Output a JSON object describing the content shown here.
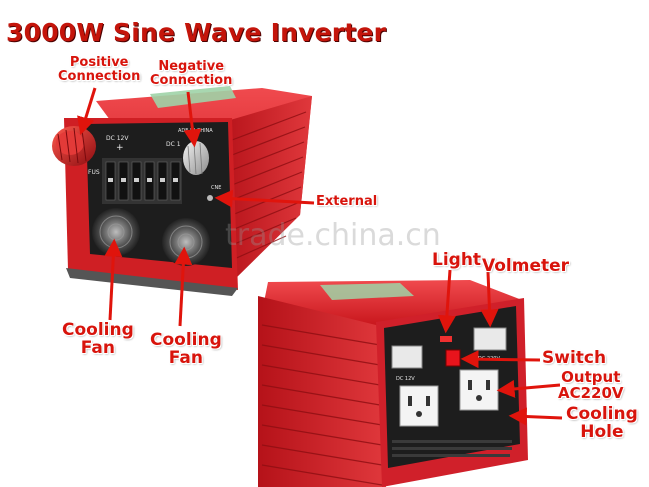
{
  "title": "3000W Sine Wave Inverter",
  "watermark": "trade.china.cn",
  "labels": {
    "positive": "Positive\nConnection",
    "negative": "Negative\nConnection",
    "external": "External",
    "cooling_fan_1": "Cooling\nFan",
    "cooling_fan_2": "Cooling\nFan",
    "light": "Light",
    "volmeter": "Volmeter",
    "switch": "Switch",
    "output": "Output\nAC220V",
    "cooling_hole": "Cooling\nHole"
  },
  "device_text": {
    "dc12v": "DC 12V",
    "dc": "DC 1",
    "made_in_china": "ADE IN CHINA",
    "fuse": "FUS",
    "one": "CNE",
    "plus": "+",
    "dc12v_back": "DC 12V",
    "dc220v_back": "DC 220V"
  },
  "colors": {
    "label_red": "#d8140c",
    "arrow_red": "#e0140c",
    "body_red": "#d8252a",
    "panel_black": "#1d1d1d"
  }
}
